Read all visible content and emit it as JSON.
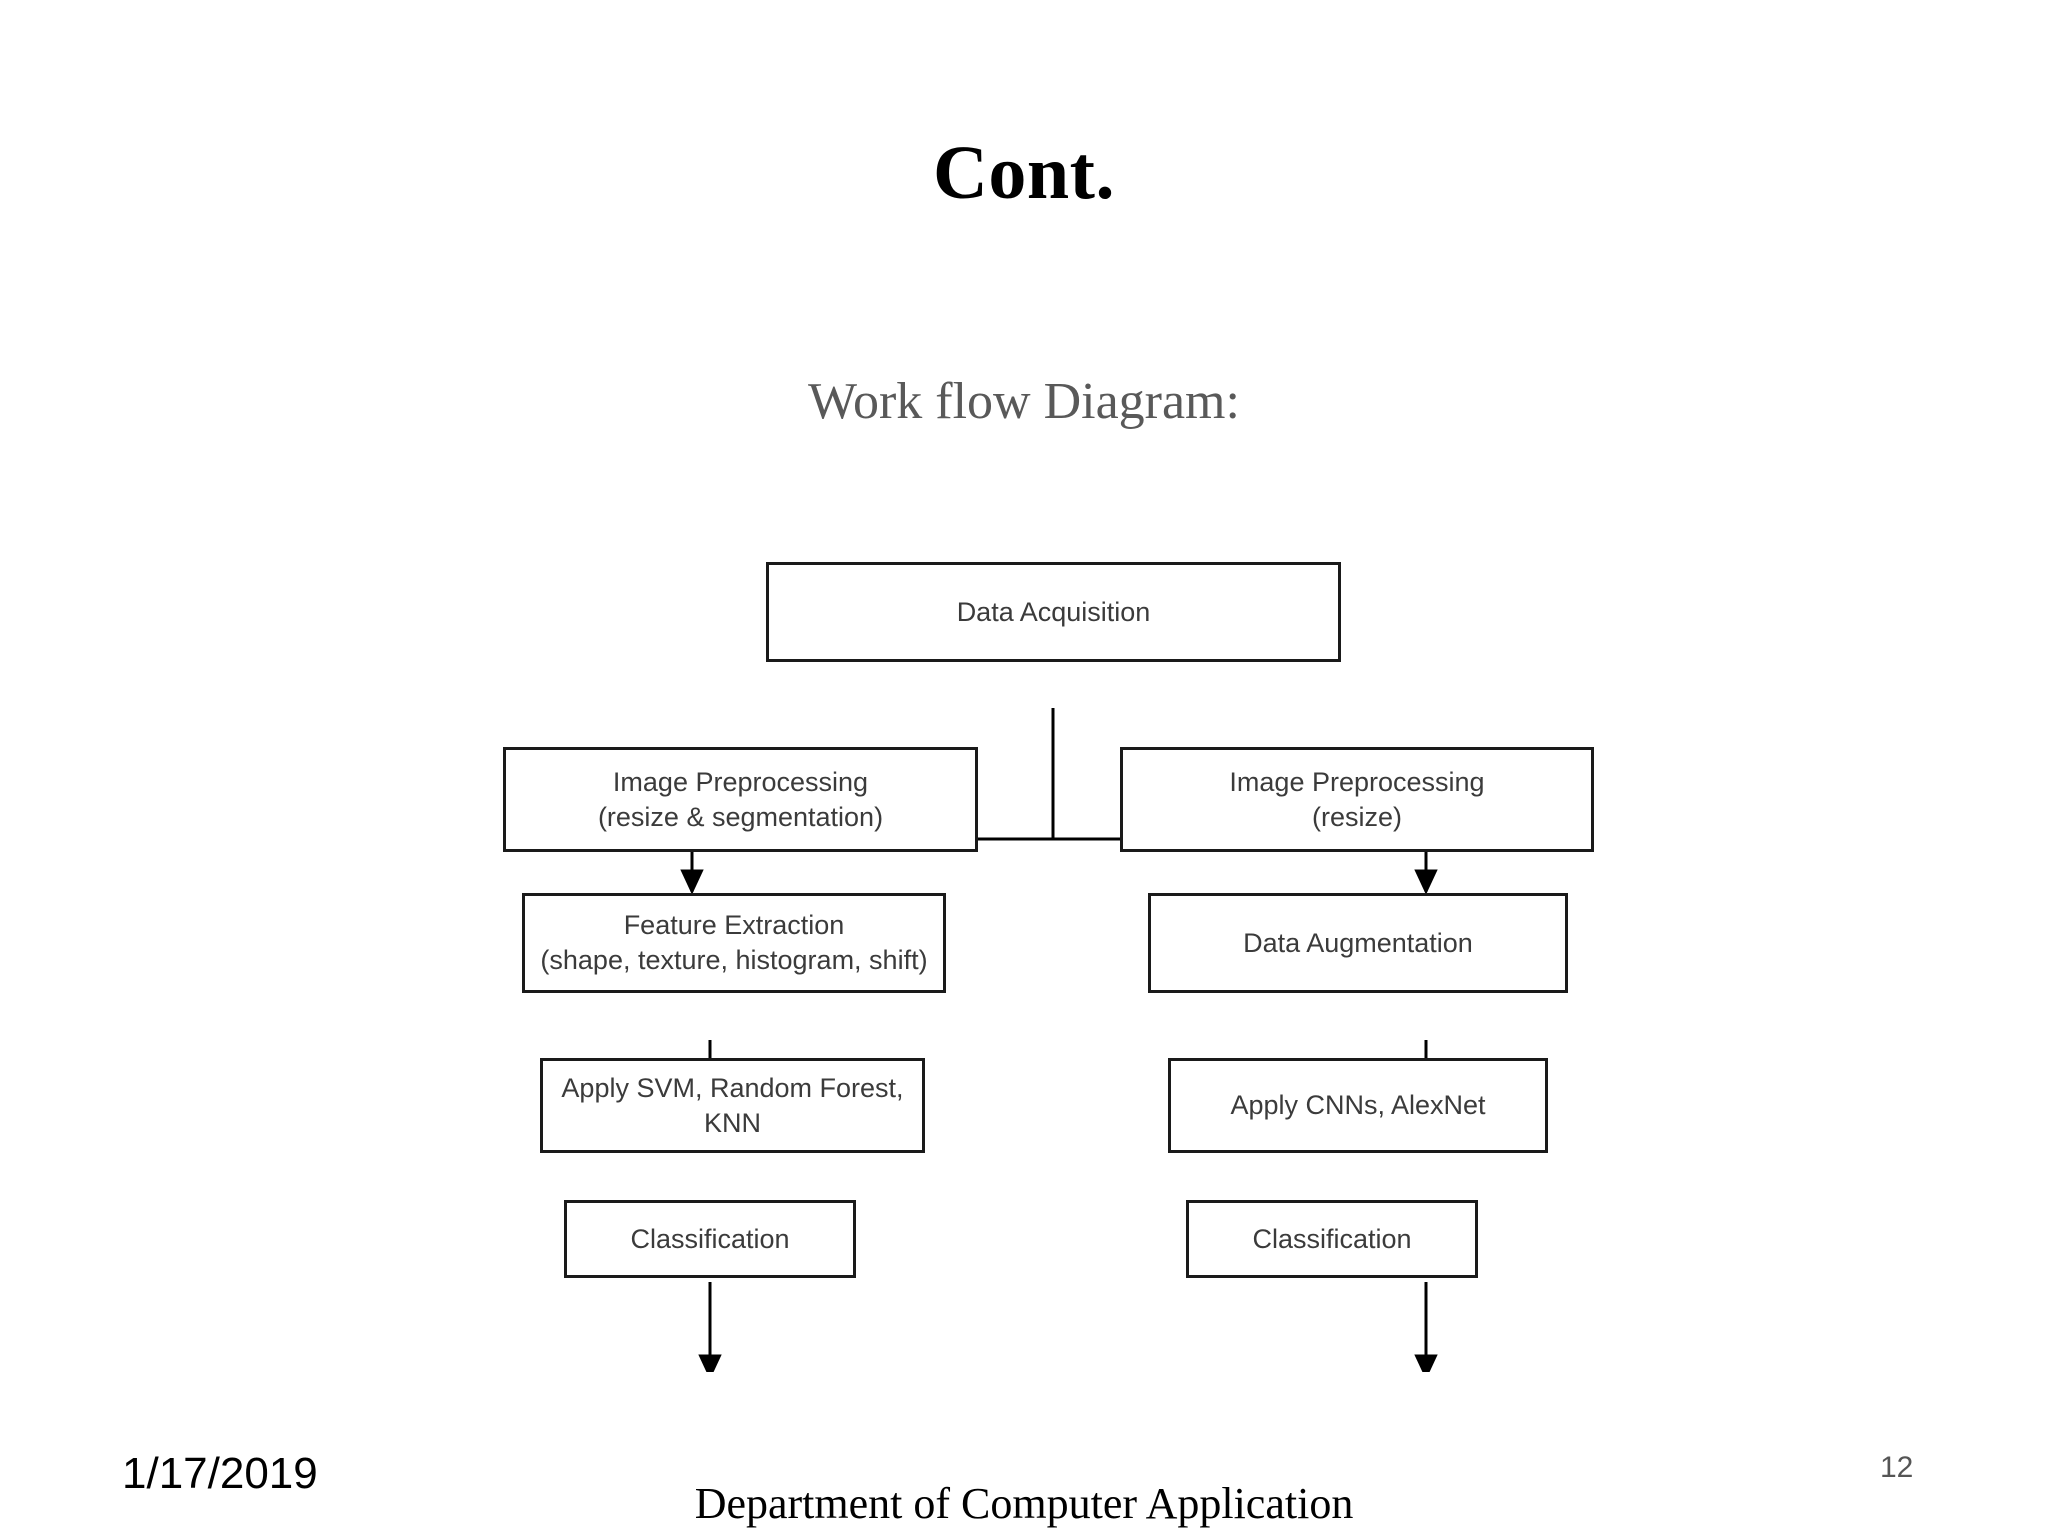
{
  "slide": {
    "title": "Cont.",
    "sub_heading": "Work flow Diagram:",
    "background_color": "#ffffff",
    "title_color": "#000000",
    "sub_heading_color": "#595959"
  },
  "footer": {
    "date": "1/17/2019",
    "center_text": "Department of Computer Application",
    "page_number": "12",
    "page_number_color": "#555555"
  },
  "diagram": {
    "title": "Work flow Diagram",
    "type": "flowchart",
    "box_border_color": "#1a1a1a",
    "box_fill_color": "#ffffff",
    "text_color": "#3b3b3b",
    "connector_color": "#000000",
    "nodes": [
      {
        "id": "data-acquisition",
        "label": "Data Acquisition"
      },
      {
        "id": "image-preprocessing-left",
        "label": "Image Preprocessing\n(resize & segmentation)"
      },
      {
        "id": "image-preprocessing-right",
        "label": "Image Preprocessing\n(resize)"
      },
      {
        "id": "feature-extraction",
        "label": "Feature Extraction\n(shape, texture, histogram, shift)"
      },
      {
        "id": "data-augmentation",
        "label": "Data Augmentation"
      },
      {
        "id": "apply-classical-models",
        "label": "Apply SVM, Random Forest,\nKNN"
      },
      {
        "id": "apply-deep-models",
        "label": "Apply CNNs, AlexNet"
      },
      {
        "id": "classification-left",
        "label": "Classification"
      },
      {
        "id": "classification-right",
        "label": "Classification"
      }
    ],
    "edges": [
      {
        "from": "data-acquisition",
        "to": "image-preprocessing-left"
      },
      {
        "from": "data-acquisition",
        "to": "image-preprocessing-right"
      },
      {
        "from": "image-preprocessing-left",
        "to": "feature-extraction"
      },
      {
        "from": "image-preprocessing-right",
        "to": "data-augmentation"
      },
      {
        "from": "feature-extraction",
        "to": "apply-classical-models"
      },
      {
        "from": "data-augmentation",
        "to": "apply-deep-models"
      },
      {
        "from": "apply-classical-models",
        "to": "classification-left"
      },
      {
        "from": "apply-deep-models",
        "to": "classification-right"
      }
    ]
  }
}
